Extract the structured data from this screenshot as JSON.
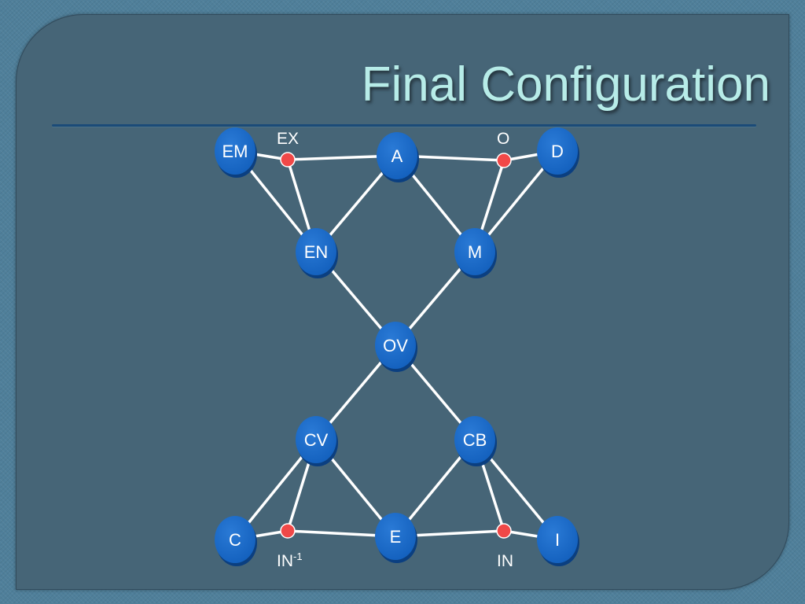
{
  "slide": {
    "title": "Final Configuration"
  },
  "diagram": {
    "nodes": [
      {
        "id": "EM",
        "label": "EM"
      },
      {
        "id": "A",
        "label": "A"
      },
      {
        "id": "D",
        "label": "D"
      },
      {
        "id": "EN",
        "label": "EN"
      },
      {
        "id": "M",
        "label": "M"
      },
      {
        "id": "OV",
        "label": "OV"
      },
      {
        "id": "CV",
        "label": "CV"
      },
      {
        "id": "CB",
        "label": "CB"
      },
      {
        "id": "C",
        "label": "C"
      },
      {
        "id": "E",
        "label": "E"
      },
      {
        "id": "I",
        "label": "I"
      }
    ],
    "points": [
      {
        "id": "EX",
        "label": "EX",
        "sup": ""
      },
      {
        "id": "O",
        "label": "O",
        "sup": ""
      },
      {
        "id": "INV",
        "label": "IN",
        "sup": "-1"
      },
      {
        "id": "IN",
        "label": "IN",
        "sup": ""
      }
    ],
    "edges": [
      [
        "EM",
        "EX"
      ],
      [
        "EX",
        "A"
      ],
      [
        "A",
        "O"
      ],
      [
        "O",
        "D"
      ],
      [
        "EM",
        "EN"
      ],
      [
        "EX",
        "EN"
      ],
      [
        "A",
        "EN"
      ],
      [
        "A",
        "M"
      ],
      [
        "O",
        "M"
      ],
      [
        "D",
        "M"
      ],
      [
        "EN",
        "OV"
      ],
      [
        "M",
        "OV"
      ],
      [
        "OV",
        "CV"
      ],
      [
        "OV",
        "CB"
      ],
      [
        "CV",
        "C"
      ],
      [
        "CV",
        "INV"
      ],
      [
        "CV",
        "E"
      ],
      [
        "CB",
        "E"
      ],
      [
        "CB",
        "IN"
      ],
      [
        "CB",
        "I"
      ],
      [
        "C",
        "INV"
      ],
      [
        "INV",
        "E"
      ],
      [
        "E",
        "IN"
      ],
      [
        "IN",
        "I"
      ]
    ],
    "colors": {
      "node_fill": "#1565c0",
      "node_rim": "#0b3f80",
      "point_fill": "#f04848",
      "edge": "#ffffff",
      "title": "#b7ece8"
    }
  }
}
